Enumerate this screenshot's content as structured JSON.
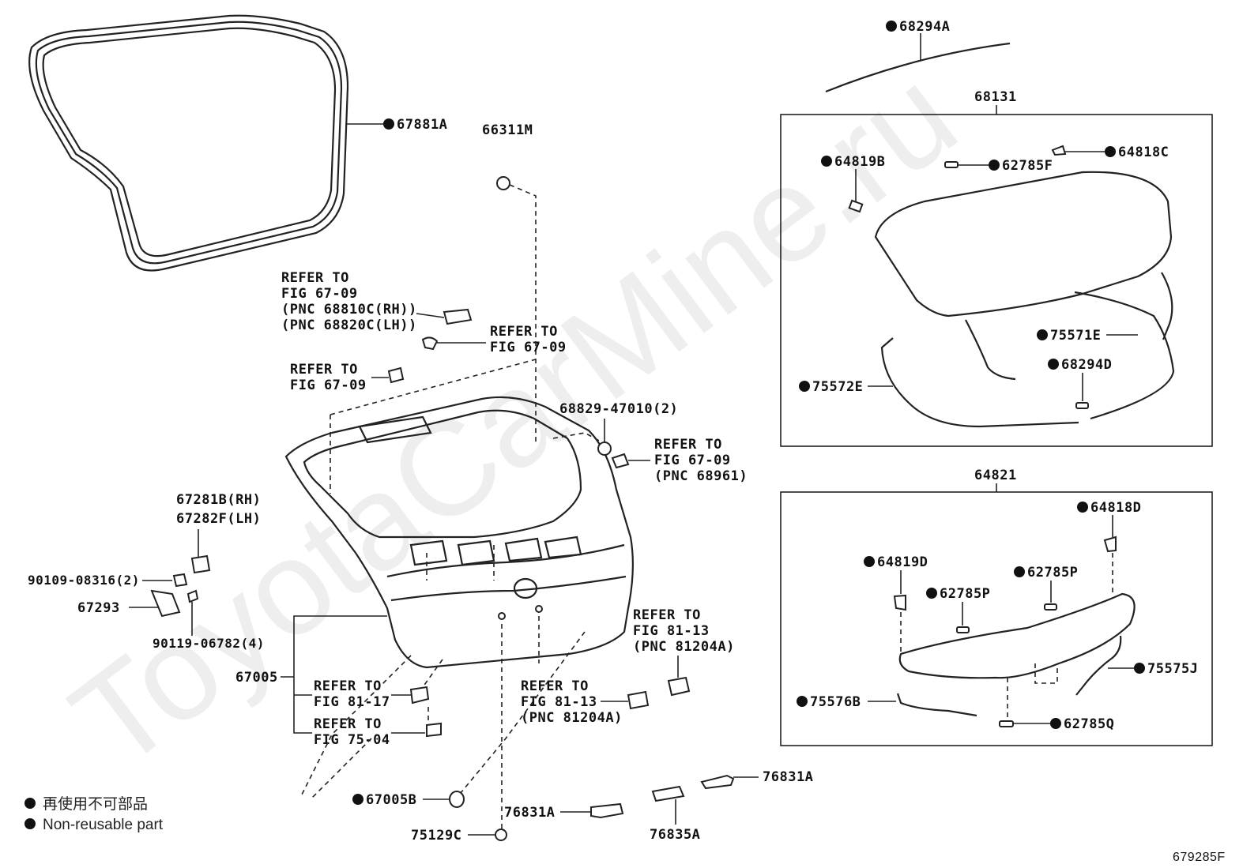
{
  "watermark": "ToyotaCarMine.ru",
  "figure_id": "679285F",
  "legend": {
    "line1": "再使用不可部品",
    "line2": "Non-reusable part"
  },
  "groups": {
    "glass_group": "68131",
    "trim_group": "64821"
  },
  "labels": {
    "p67881A": "67881A",
    "p66311M": "66311M",
    "p68294A": "68294A",
    "ref1_a": "REFER TO",
    "ref1_b": "FIG 67-09",
    "ref1_c": "(PNC 68810C(RH))",
    "ref1_d": "(PNC 68820C(LH))",
    "ref2_a": "REFER TO",
    "ref2_b": "FIG 67-09",
    "ref3_a": "REFER TO",
    "ref3_b": "FIG 67-09",
    "p68829": "68829-47010(2)",
    "ref4_a": "REFER TO",
    "ref4_b": "FIG 67-09",
    "ref4_c": "(PNC 68961)",
    "p67281B": "67281B(RH)",
    "p67282F": "67282F(LH)",
    "p90109": "90109-08316(2)",
    "p67293": "67293",
    "p90119": "90119-06782(4)",
    "p67005": "67005",
    "ref5_a": "REFER TO",
    "ref5_b": "FIG 81-17",
    "ref6_a": "REFER TO",
    "ref6_b": "FIG 75-04",
    "ref7_a": "REFER TO",
    "ref7_b": "FIG 81-13",
    "ref7_c": "(PNC 81204A)",
    "ref8_a": "REFER TO",
    "ref8_b": "FIG 81-13",
    "ref8_c": "(PNC 81204A)",
    "p67005B": "67005B",
    "p75129C": "75129C",
    "p76831A_1": "76831A",
    "p76831A_2": "76831A",
    "p76835A": "76835A",
    "p64819B": "64819B",
    "p62785F": "62785F",
    "p64818C": "64818C",
    "p75571E": "75571E",
    "p68294D": "68294D",
    "p75572E": "75572E",
    "p64818D": "64818D",
    "p64819D": "64819D",
    "p62785P_1": "62785P",
    "p62785P_2": "62785P",
    "p75575J": "75575J",
    "p75576B": "75576B",
    "p62785Q": "62785Q"
  }
}
